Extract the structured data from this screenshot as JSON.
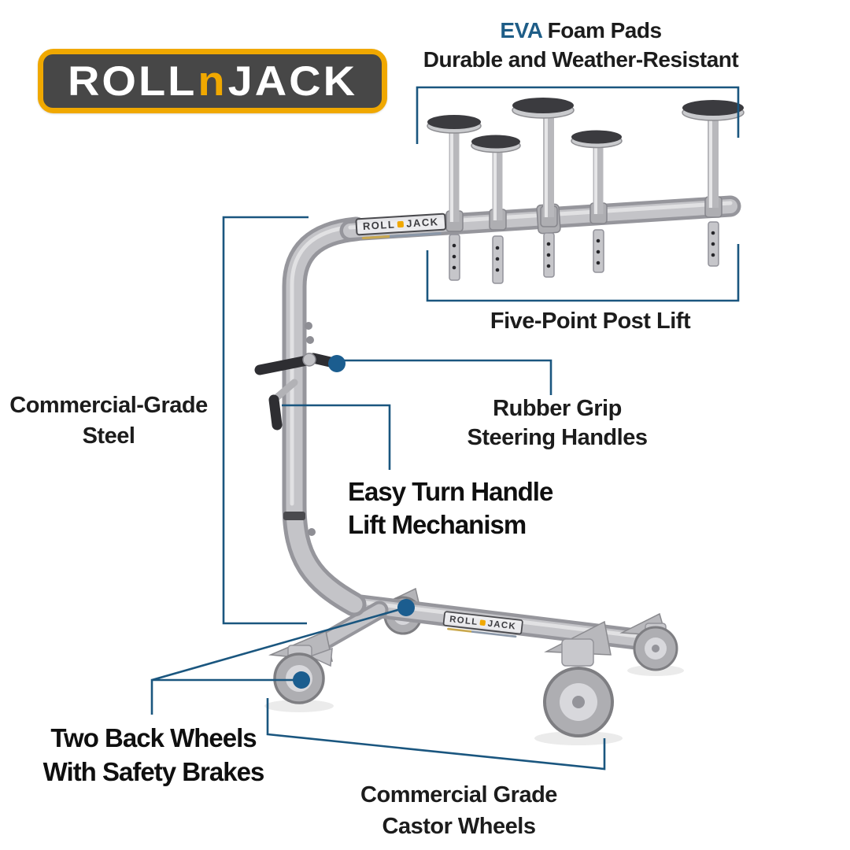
{
  "brand": {
    "roll": "ROLL",
    "n": "n",
    "jack": "JACK"
  },
  "callouts": {
    "eva": {
      "highlight": "EVA",
      "line1_rest": "Foam Pads",
      "line2": "Durable and Weather-Resistant"
    },
    "five_point": {
      "label": "Five-Point Post Lift"
    },
    "steel": {
      "line1": "Commercial-Grade",
      "line2": "Steel"
    },
    "rubber_grip": {
      "line1": "Rubber Grip",
      "line2": "Steering Handles"
    },
    "easy_turn": {
      "line1": "Easy Turn Handle",
      "line2": "Lift Mechanism"
    },
    "back_wheels": {
      "line1": "Two Back Wheels",
      "line2": "With Safety Brakes"
    },
    "castor": {
      "line1": "Commercial Grade",
      "line2": "Castor Wheels"
    }
  },
  "colors": {
    "accent_blue": "#1e5d87",
    "line_blue": "#1a567f",
    "dot_blue": "#1b5d8f",
    "logo_gold": "#f0a800",
    "logo_charcoal": "#474747"
  }
}
